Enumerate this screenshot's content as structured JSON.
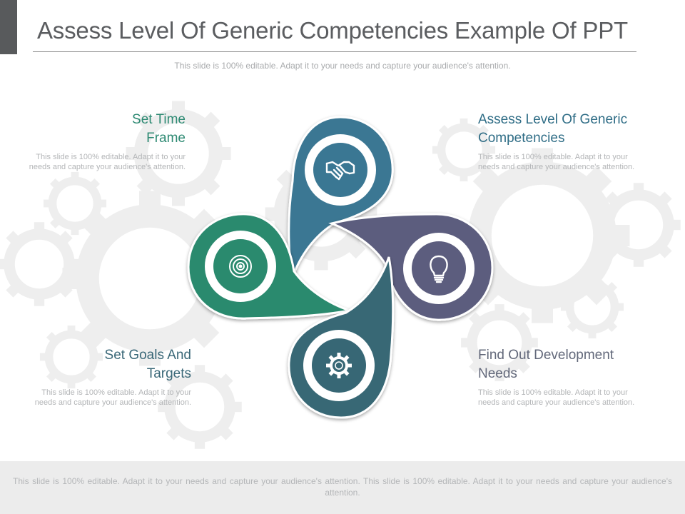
{
  "slide": {
    "title": "Assess Level Of Generic Competencies Example Of PPT",
    "subtitle": "This slide is 100% editable. Adapt it to your needs and capture your audience's attention.",
    "footer": "This slide is 100% editable. Adapt it to your needs and capture your audience's attention. This slide is 100% editable. Adapt it to your needs and capture your audience's attention."
  },
  "colors": {
    "teal_blue": "#3a7793",
    "green": "#2a8a6e",
    "purple": "#5c5d7e",
    "dark_teal": "#376775"
  },
  "items": [
    {
      "heading_line1": "Set Time",
      "heading_line2": "Frame",
      "body": "This slide is 100% editable. Adapt it to your needs and capture your audience's attention.",
      "icon": "target-icon"
    },
    {
      "heading_line1": "Assess Level Of Generic",
      "heading_line2": "Competencies",
      "body": "This slide is 100% editable. Adapt it to your needs and capture your audience's attention.",
      "icon": "handshake-icon"
    },
    {
      "heading_line1": "Set Goals And",
      "heading_line2": "Targets",
      "body": "This slide is 100% editable. Adapt it to your needs and capture your audience's attention.",
      "icon": "gear-icon"
    },
    {
      "heading_line1": "Find Out Development",
      "heading_line2": "Needs",
      "body": "This slide is 100% editable. Adapt it to your needs and capture your audience's attention.",
      "icon": "lightbulb-icon"
    }
  ]
}
